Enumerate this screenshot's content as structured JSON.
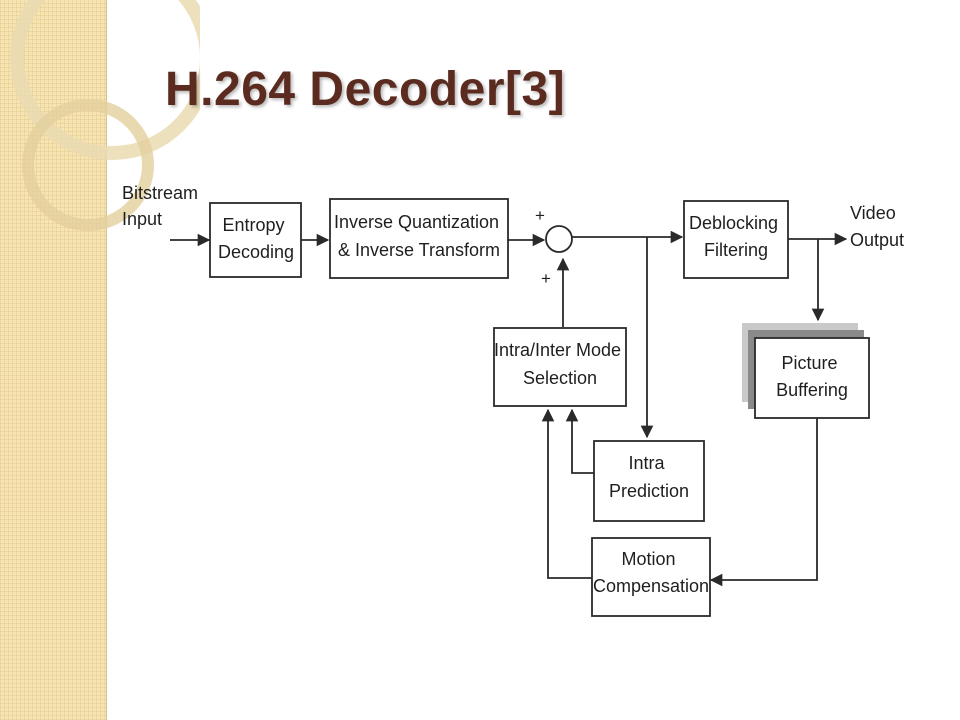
{
  "slide": {
    "title": "H.264 Decoder[3]"
  },
  "diagram": {
    "input_label": [
      "Bitstream",
      "Input"
    ],
    "output_label": [
      "Video",
      "Output"
    ],
    "blocks": {
      "entropy": [
        "Entropy",
        "Decoding"
      ],
      "inverse": [
        "Inverse Quantization",
        "& Inverse Transform"
      ],
      "deblocking": [
        "Deblocking",
        "Filtering"
      ],
      "mode_select": [
        "Intra/Inter Mode",
        "Selection"
      ],
      "picture_buffer": [
        "Picture",
        "Buffering"
      ],
      "intra_pred": [
        "Intra",
        "Prediction"
      ],
      "motion_comp": [
        "Motion",
        "Compensation"
      ]
    },
    "signs": {
      "top": "+",
      "bottom": "+"
    },
    "colors": {
      "line": "#2a2a2a",
      "accent_circle": "#e9d7a6",
      "title": "#5b2b20"
    }
  }
}
